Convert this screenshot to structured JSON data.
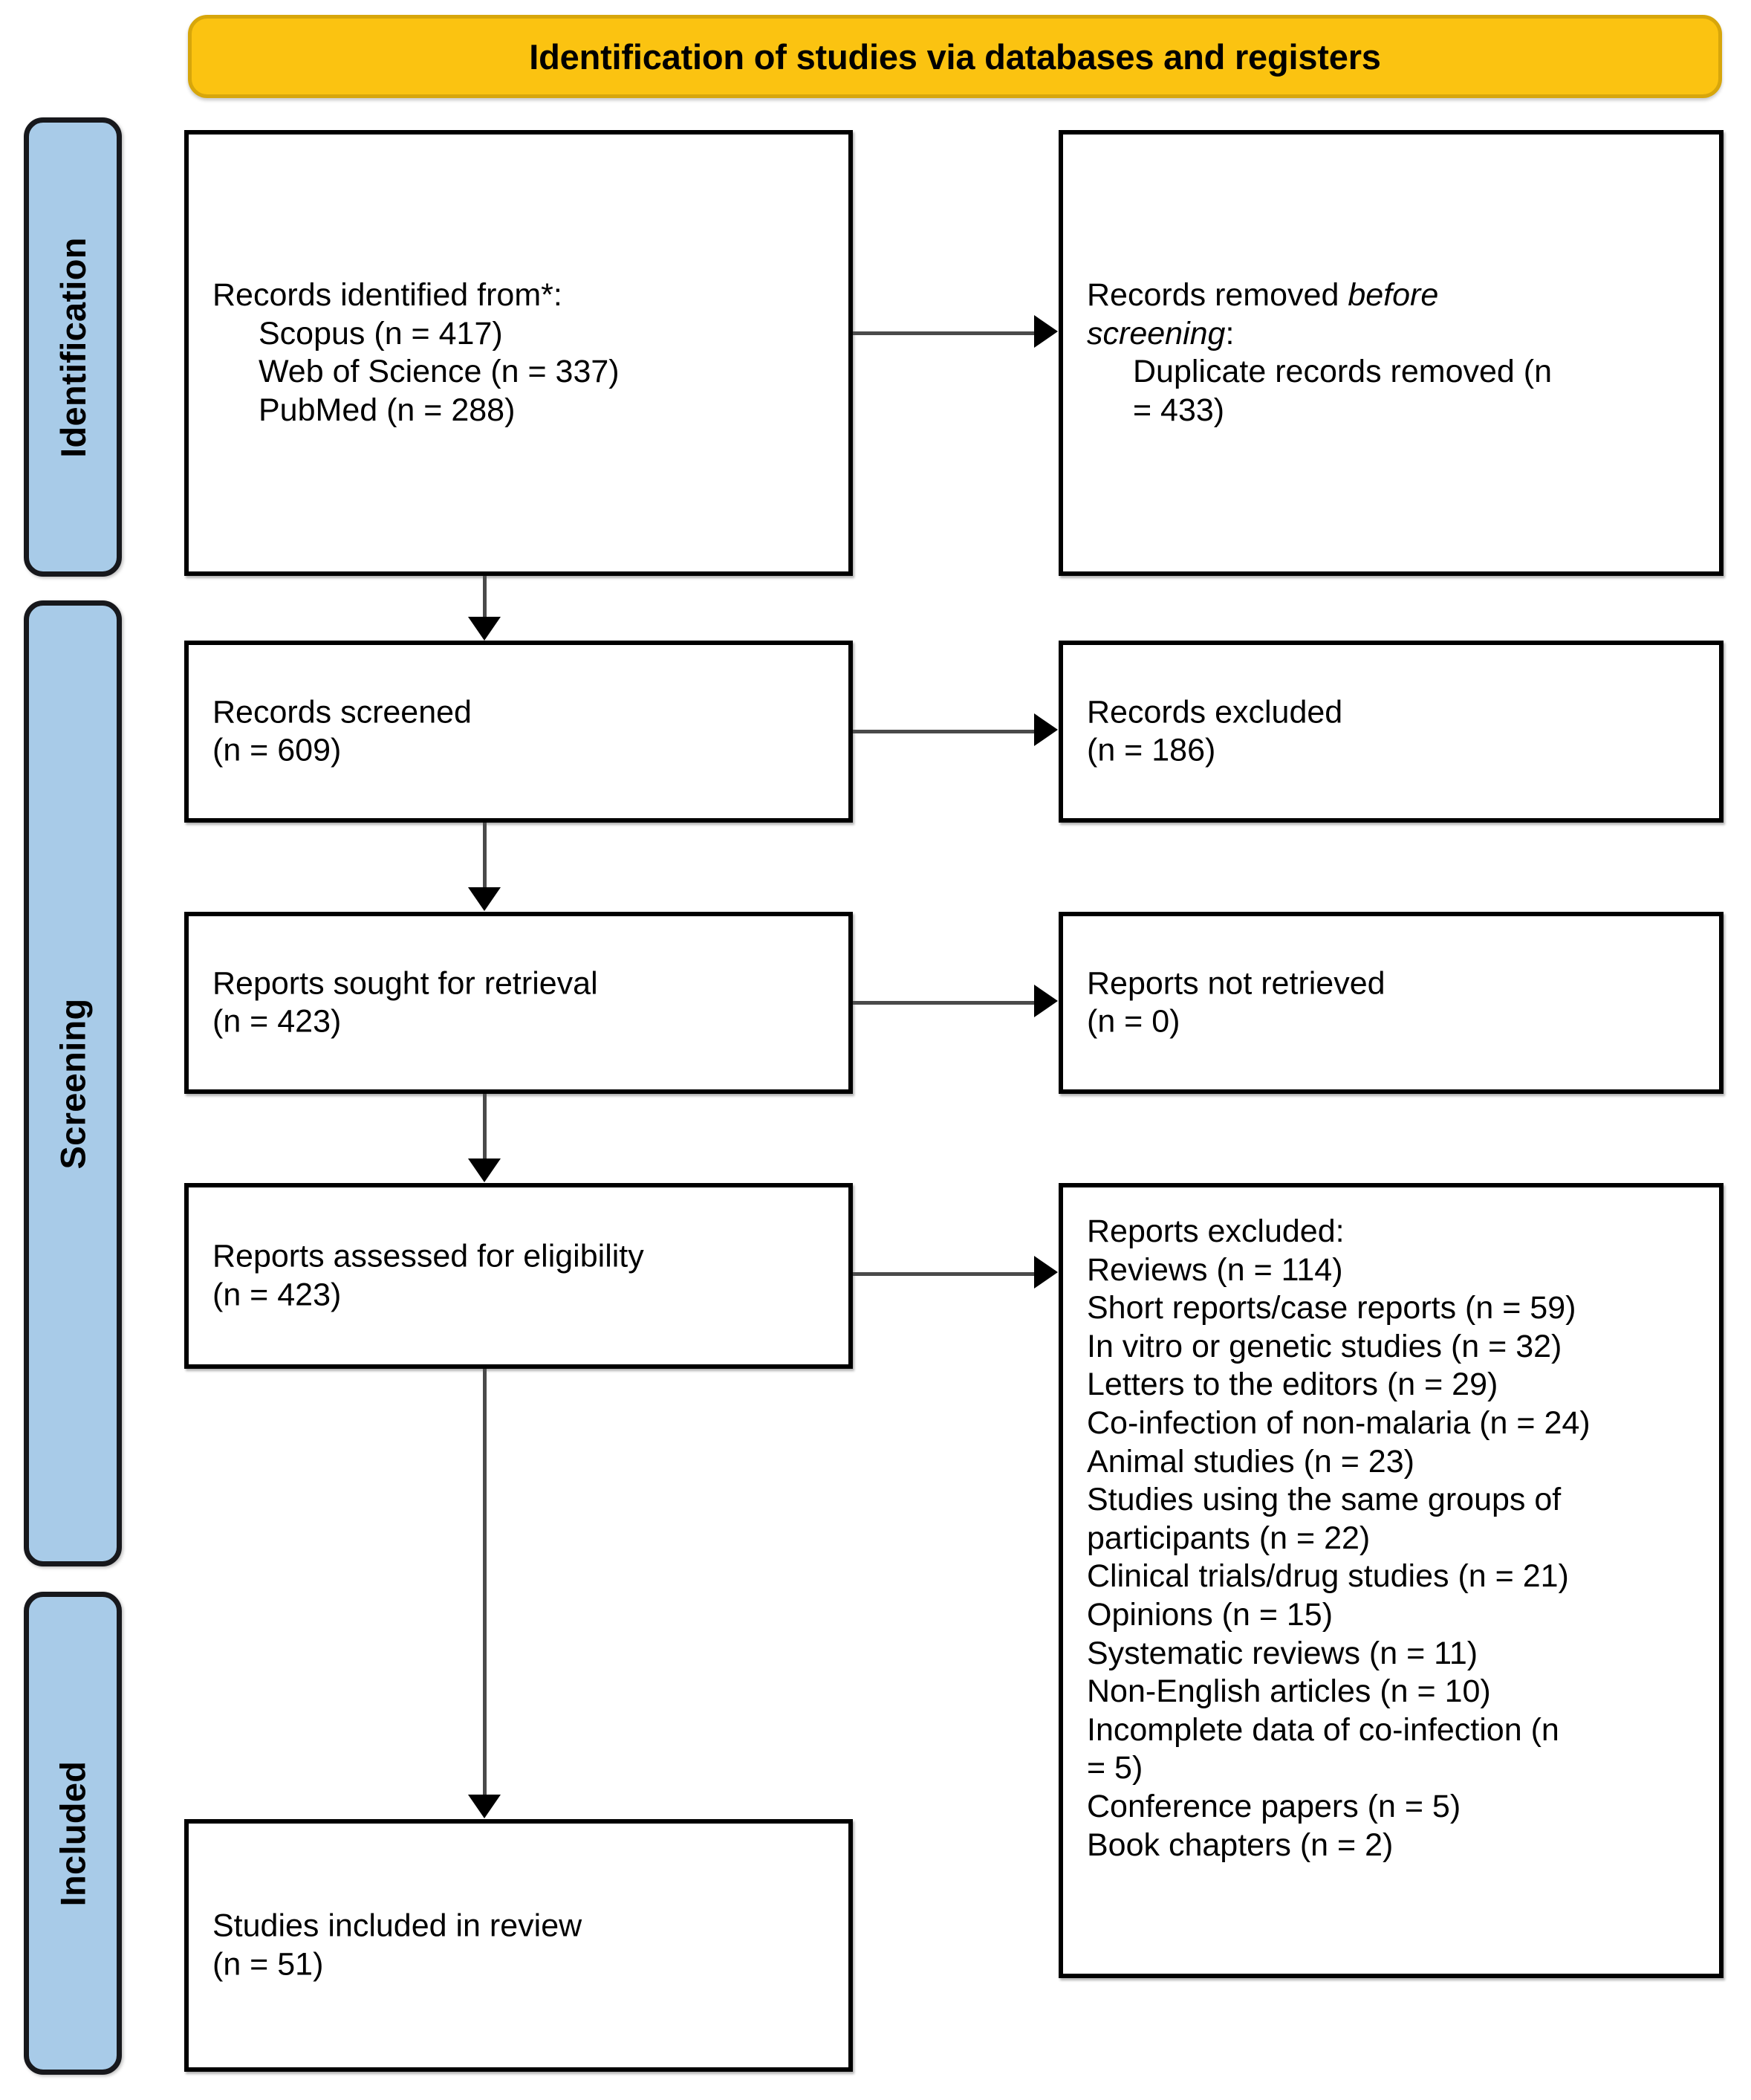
{
  "diagram": {
    "type": "prisma-flow-diagram",
    "stage_banner": {
      "title": "Identification of studies via databases and registers",
      "color": "#fbc311",
      "border_color": "#d7a60b",
      "text_color": "#000000"
    },
    "phase_tabs": [
      {
        "label": "Identification",
        "color": "#a8cbe8"
      },
      {
        "label": "Screening",
        "color": "#a8cbe8"
      },
      {
        "label": "Included",
        "color": "#a8cbe8"
      }
    ],
    "boxes": {
      "identified": {
        "heading": "Records identified from*:",
        "items": [
          "Scopus (n = 417)",
          "Web of Science (n = 337)",
          "PubMed (n = 288)"
        ]
      },
      "removed": {
        "heading_plain_1": "Records removed ",
        "heading_italic": "before",
        "heading_italic_2": "screening",
        "heading_plain_2": ":",
        "items": [
          "Duplicate records removed (n",
          "= 433)"
        ]
      },
      "screened": {
        "line1": "Records screened",
        "line2": "(n = 609)"
      },
      "excluded": {
        "line1": "Records excluded",
        "line2": "(n = 186)"
      },
      "sought": {
        "line1": "Reports sought for retrieval",
        "line2": "(n = 423)"
      },
      "not_retrieved": {
        "line1": "Reports not retrieved",
        "line2": "(n = 0)"
      },
      "assessed": {
        "line1": "Reports assessed for eligibility",
        "line2": "(n = 423)"
      },
      "reports_excluded": {
        "heading": "Reports excluded:",
        "items": [
          "Reviews (n = 114)",
          "Short reports/case reports (n = 59)",
          "In vitro or genetic studies (n = 32)",
          "Letters to the editors (n = 29)",
          "Co-infection of non-malaria (n = 24)",
          "Animal studies (n = 23)",
          "Studies using the same groups of",
          "participants (n = 22)",
          "Clinical trials/drug studies (n = 21)",
          "Opinions (n = 15)",
          "Systematic reviews (n = 11)",
          "Non-English articles (n = 10)",
          "Incomplete data of co-infection (n",
          "= 5)",
          "Conference papers (n = 5)",
          "Book chapters (n = 2)"
        ]
      },
      "included": {
        "line1": "Studies included in review",
        "line2": "(n = 51)"
      }
    }
  }
}
